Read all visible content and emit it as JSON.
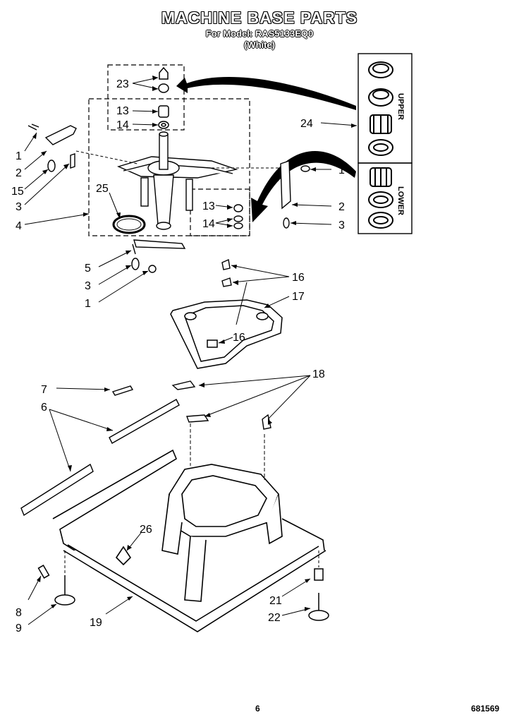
{
  "header": {
    "title": "MACHINE BASE PARTS",
    "model": "For Model: RAS5133EQ0",
    "color": "(White)"
  },
  "footer": {
    "page": "6",
    "code": "681569"
  },
  "kit_labels": {
    "upper": "UPPER",
    "lower": "LOWER"
  },
  "callouts": {
    "c23": "23",
    "c13a": "13",
    "c14a": "14",
    "c1a": "1",
    "c2a": "2",
    "c15": "15",
    "c3a": "3",
    "c25": "25",
    "c4": "4",
    "c24": "24",
    "c1b": "1",
    "c2b": "2",
    "c3b": "3",
    "c13b": "13",
    "c14b": "14",
    "c5": "5",
    "c3c": "3",
    "c1c": "1",
    "c16a": "16",
    "c17": "17",
    "c16b": "16",
    "c7": "7",
    "c6": "6",
    "c18": "18",
    "c26": "26",
    "c8": "8",
    "c9": "9",
    "c19": "19",
    "c21": "21",
    "c22": "22"
  }
}
